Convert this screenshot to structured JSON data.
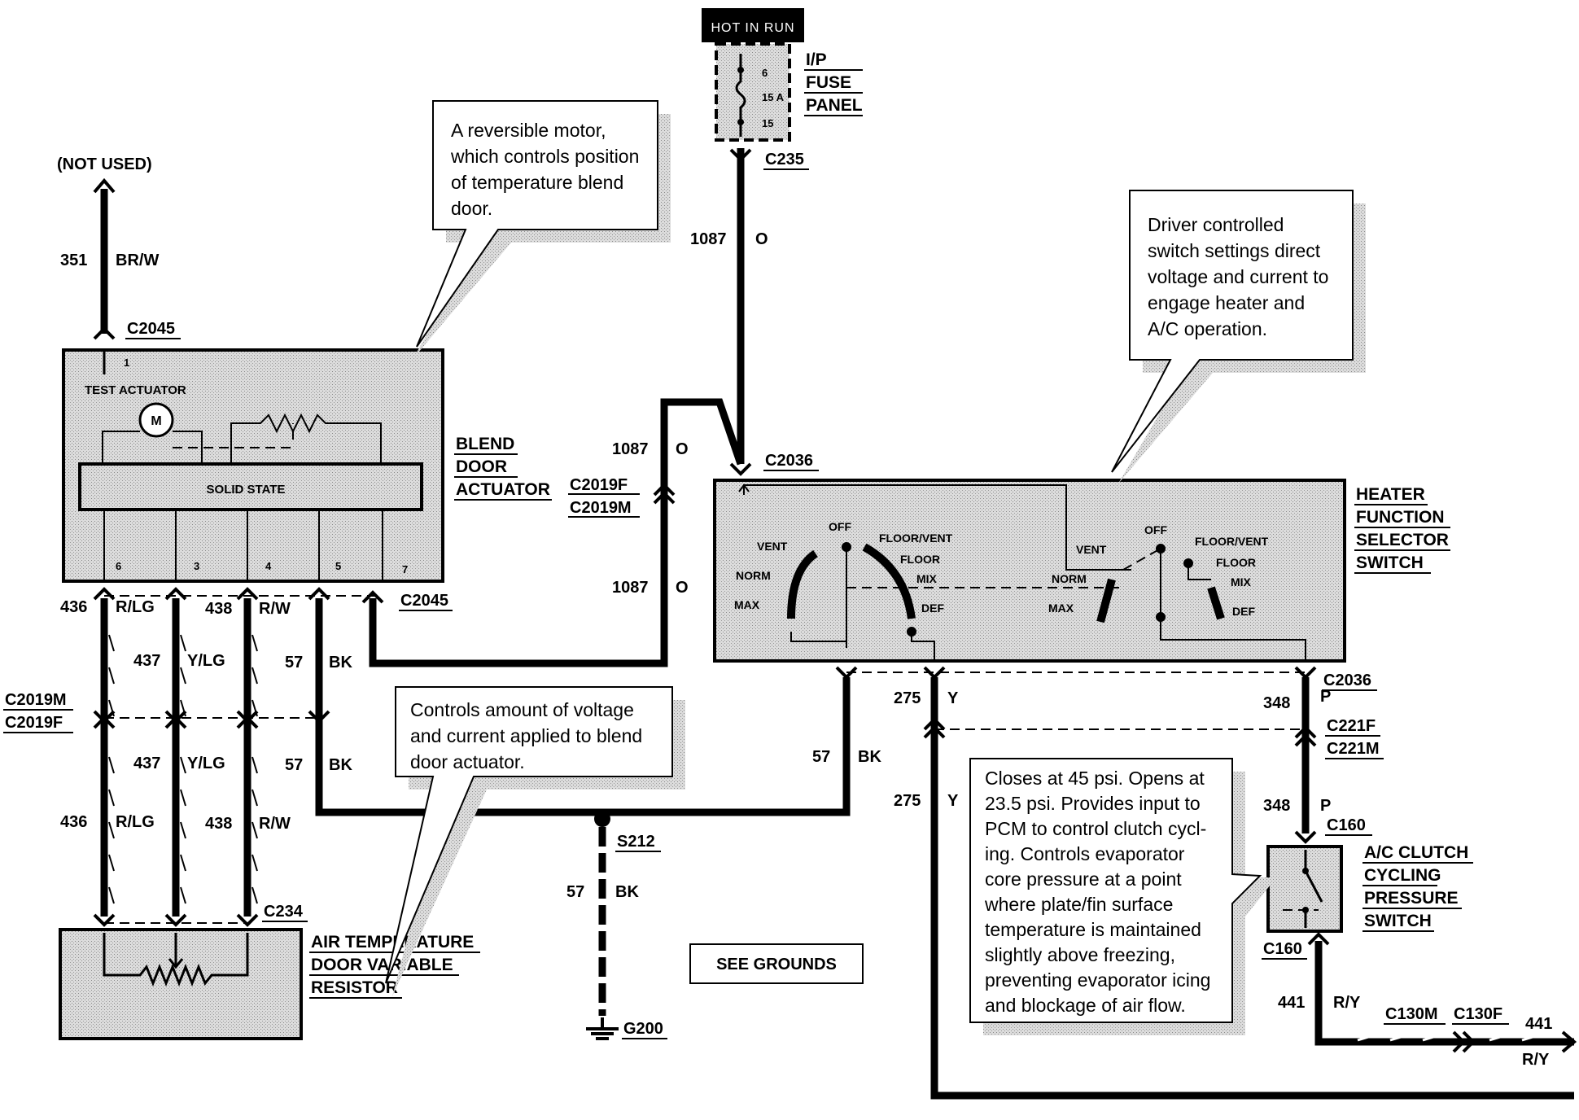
{
  "hot_in_run": "HOT IN RUN",
  "fuse_panel": {
    "line1": "I/P",
    "line2": "FUSE",
    "line3": "PANEL",
    "fuse_top": "6",
    "fuse_rating": "15 A",
    "fuse_bottom": "15"
  },
  "connectors": {
    "c235": "C235",
    "c2045_top": "C2045",
    "c2045_bottom": "C2045",
    "c2036_top": "C2036",
    "c2036_bottom": "C2036",
    "c2019f_a": "C2019F",
    "c2019m_a": "C2019M",
    "c2019m_b": "C2019M",
    "c2019f_b": "C2019F",
    "c234": "C234",
    "c221f": "C221F",
    "c221m": "C221M",
    "c160_top": "C160",
    "c160_bottom": "C160",
    "c130m": "C130M",
    "c130f": "C130F",
    "s212": "S212",
    "g200": "G200"
  },
  "not_used": "(NOT USED)",
  "wires": {
    "w351_num": "351",
    "w351_color": "BR/W",
    "w1087_num_a": "1087",
    "w1087_color_a": "O",
    "w1087_num_b": "1087",
    "w1087_color_b": "O",
    "w1087_num_c": "1087",
    "w1087_color_c": "O",
    "w436_num_a": "436",
    "w436_color_a": "R/LG",
    "w438_num_a": "438",
    "w438_color_a": "R/W",
    "w437_num_a": "437",
    "w437_color_a": "Y/LG",
    "w57_num_a": "57",
    "w57_color_a": "BK",
    "w437_num_b": "437",
    "w437_color_b": "Y/LG",
    "w57_num_b": "57",
    "w57_color_b": "BK",
    "w436_num_b": "436",
    "w436_color_b": "R/LG",
    "w438_num_b": "438",
    "w438_color_b": "R/W",
    "w57_num_c": "57",
    "w57_color_c": "BK",
    "w57_num_d": "57",
    "w57_color_d": "BK",
    "w275_num_a": "275",
    "w275_color_a": "Y",
    "w275_num_b": "275",
    "w275_color_b": "Y",
    "w348_num_a": "348",
    "w348_color_a": "P",
    "w348_num_b": "348",
    "w348_color_b": "P",
    "w441_num_a": "441",
    "w441_color_a": "R/Y",
    "w441_num_b": "441",
    "w441_color_b": "R/Y"
  },
  "blend_actuator": {
    "label1": "BLEND",
    "label2": "DOOR",
    "label3": "ACTUATOR",
    "test_actuator": "TEST ACTUATOR",
    "motor": "M",
    "solid_state": "SOLID STATE",
    "pin_1": "1",
    "pin_6": "6",
    "pin_3": "3",
    "pin_4": "4",
    "pin_5": "5",
    "pin_7": "7"
  },
  "heater_switch": {
    "label1": "HEATER",
    "label2": "FUNCTION",
    "label3": "SELECTOR",
    "label4": "SWITCH",
    "vent": "VENT",
    "off": "OFF",
    "floor_vent": "FLOOR/VENT",
    "floor": "FLOOR",
    "norm": "NORM",
    "mix": "MIX",
    "max": "MAX",
    "def": "DEF"
  },
  "resistor": {
    "line1": "AIR TEMPERATURE",
    "line2": "DOOR VARIABLE",
    "line3": "RESISTOR"
  },
  "clutch_switch": {
    "line1": "A/C CLUTCH",
    "line2": "CYCLING",
    "line3": "PRESSURE",
    "line4": "SWITCH"
  },
  "see_grounds": "SEE GROUNDS",
  "notes": {
    "motor": [
      "A reversible motor,",
      "which controls position",
      "of temperature blend",
      "door."
    ],
    "switch": [
      "Driver controlled",
      "switch settings direct",
      "voltage and current to",
      "engage heater and",
      "A/C operation."
    ],
    "resistor": [
      "Controls amount of voltage",
      "and current applied to blend",
      "door actuator."
    ],
    "pressure": [
      "Closes at 45 psi. Opens at",
      "23.5 psi. Provides input to",
      "PCM to control clutch cycl-",
      "ing. Controls evaporator",
      "core pressure at a point",
      "where plate/fin surface",
      "temperature is maintained",
      "slightly above freezing,",
      "preventing evaporator icing",
      "and blockage of air flow."
    ]
  },
  "colors": {
    "ink": "#000000",
    "shade": "#d4d4d4",
    "paper": "#ffffff"
  }
}
